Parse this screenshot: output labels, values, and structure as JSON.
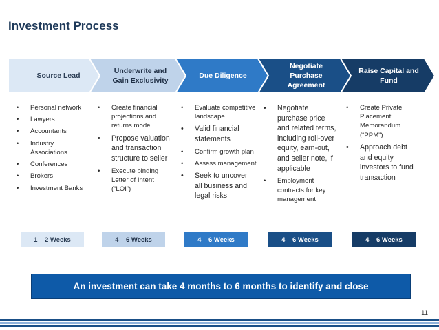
{
  "title": "Investment Process",
  "stages": [
    {
      "label": "Source Lead",
      "duration": "1 – 2 Weeks",
      "items": [
        "Personal network",
        "Lawyers",
        "Accountants",
        "Industry Associations",
        "Conferences",
        "Brokers",
        "Investment Banks"
      ]
    },
    {
      "label": "Underwrite and Gain Exclusivity",
      "duration": "4 – 6 Weeks",
      "items": [
        "Create financial projections and returns model",
        "Propose valuation and transaction structure to seller",
        "Execute binding Letter of Intent (“LOI”)"
      ]
    },
    {
      "label": "Due Diligence",
      "duration": "4 – 6 Weeks",
      "items": [
        "Evaluate competitive landscape",
        "Valid financial statements",
        "Confirm growth plan",
        "Assess management",
        "Seek to uncover all business and legal risks"
      ]
    },
    {
      "label": "Negotiate Purchase Agreement",
      "duration": "4 – 6 Weeks",
      "items": [
        "Negotiate purchase price and related terms, including roll-over equity, earn-out, and seller note, if applicable",
        "Employment contracts for key management"
      ]
    },
    {
      "label": "Raise Capital and Fund",
      "duration": "4 – 6 Weeks",
      "items": [
        "Create Private Placement Memorandum (“PPM”)",
        "Approach debt and equity investors to fund transaction"
      ]
    }
  ],
  "banner": "An investment can take 4 months to 6 months to identify and close",
  "page_number": "11",
  "colors": {
    "stage_fills": [
      "#dce8f5",
      "#bfd3ea",
      "#2f7ac7",
      "#1a4f87",
      "#163c66"
    ],
    "stage_text": [
      "#2c3e55",
      "#1f2f45",
      "#ffffff",
      "#ffffff",
      "#ffffff"
    ],
    "duration_fills": [
      "#dce8f5",
      "#bfd3ea",
      "#2f7ac7",
      "#1a4f87",
      "#163c66"
    ],
    "banner": "#0e5aa8",
    "title": "#1f3a5a",
    "footer_stripes": [
      "#1a4f87",
      "#8fb3dc",
      "#1a4f87"
    ]
  }
}
